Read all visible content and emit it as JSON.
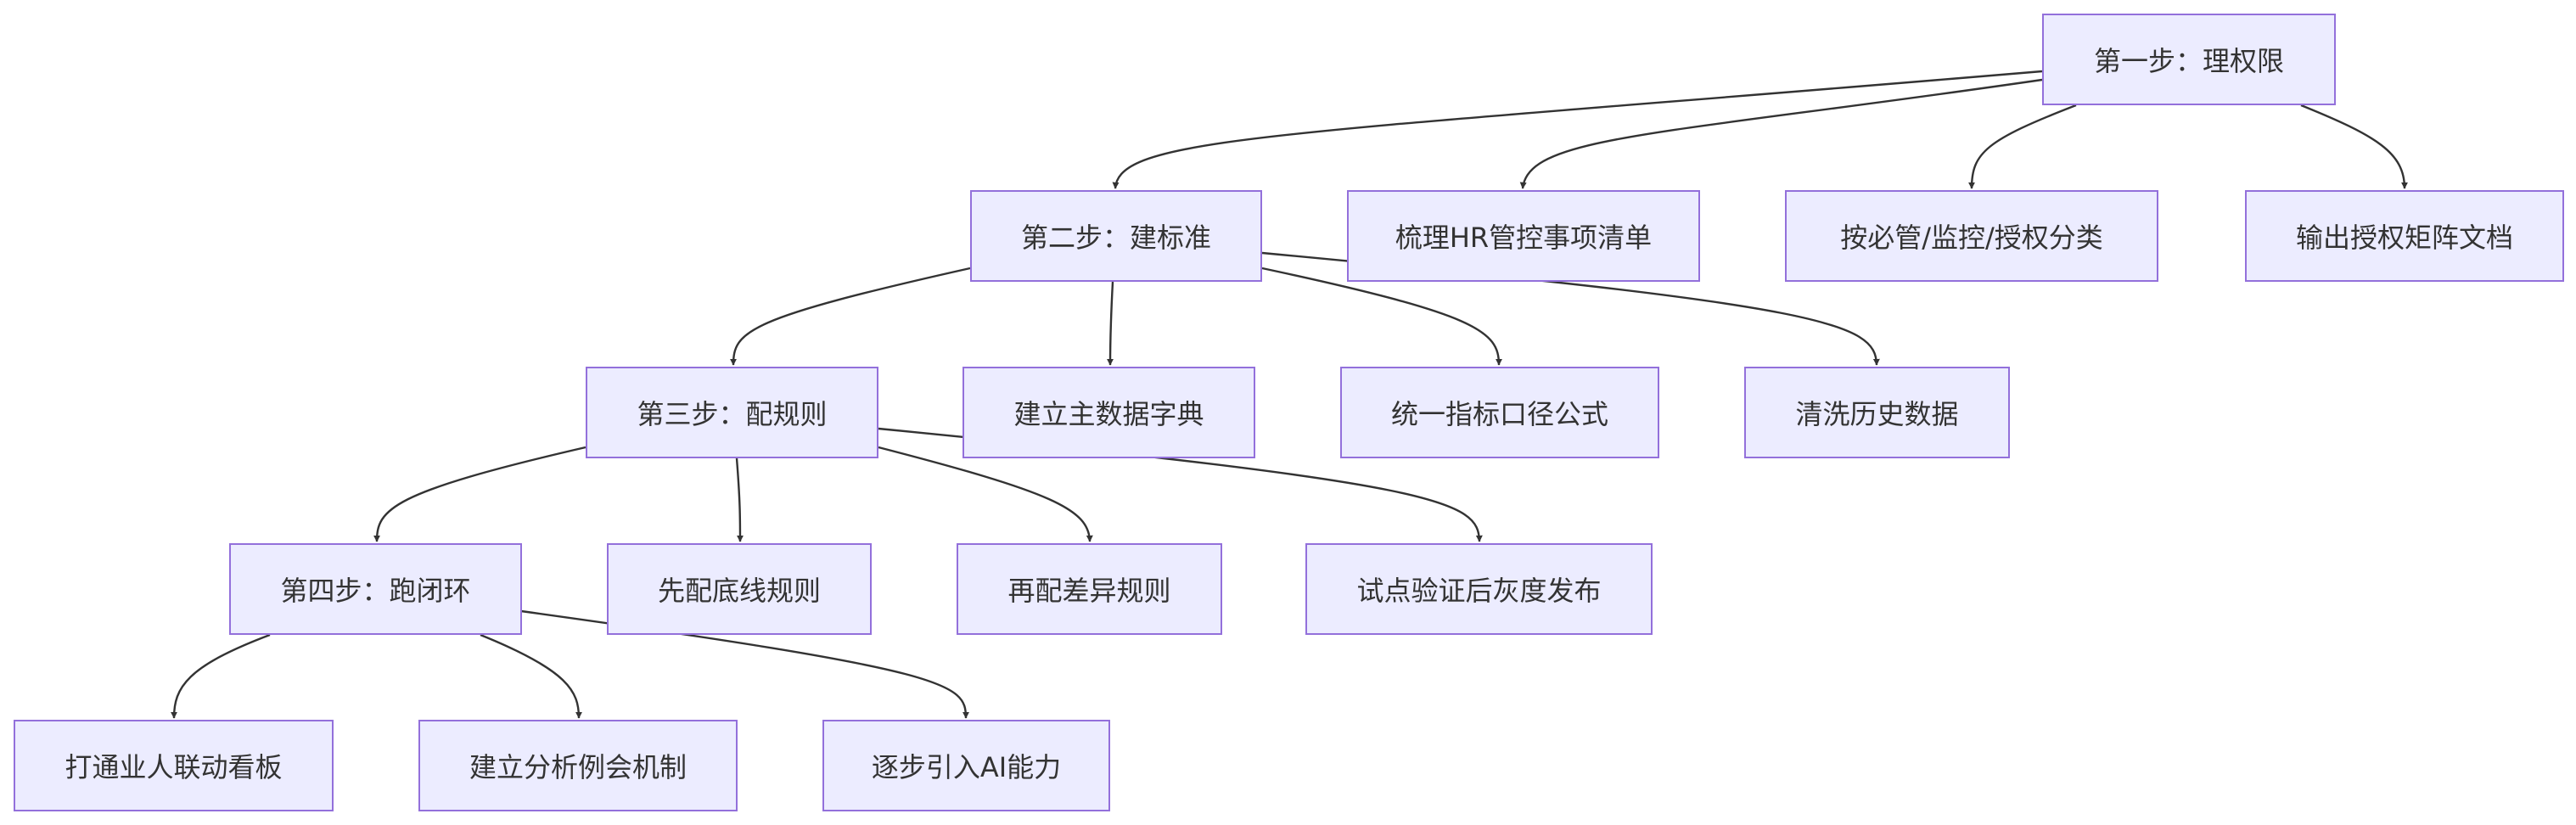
{
  "nodes": {
    "step1": "第一步：理权限",
    "step2": "第二步：建标准",
    "step3": "第三步：配规则",
    "step4": "第四步：跑闭环",
    "s1_a": "梳理HR管控事项清单",
    "s1_b": "按必管/监控/授权分类",
    "s1_c": "输出授权矩阵文档",
    "s2_a": "建立主数据字典",
    "s2_b": "统一指标口径公式",
    "s2_c": "清洗历史数据",
    "s3_a": "先配底线规则",
    "s3_b": "再配差异规则",
    "s3_c": "试点验证后灰度发布",
    "s4_a": "打通业人联动看板",
    "s4_b": "建立分析例会机制",
    "s4_c": "逐步引入AI能力"
  },
  "colors": {
    "node_fill": "#ececff",
    "node_border": "#9370db",
    "edge": "#333333",
    "text": "#333333"
  }
}
